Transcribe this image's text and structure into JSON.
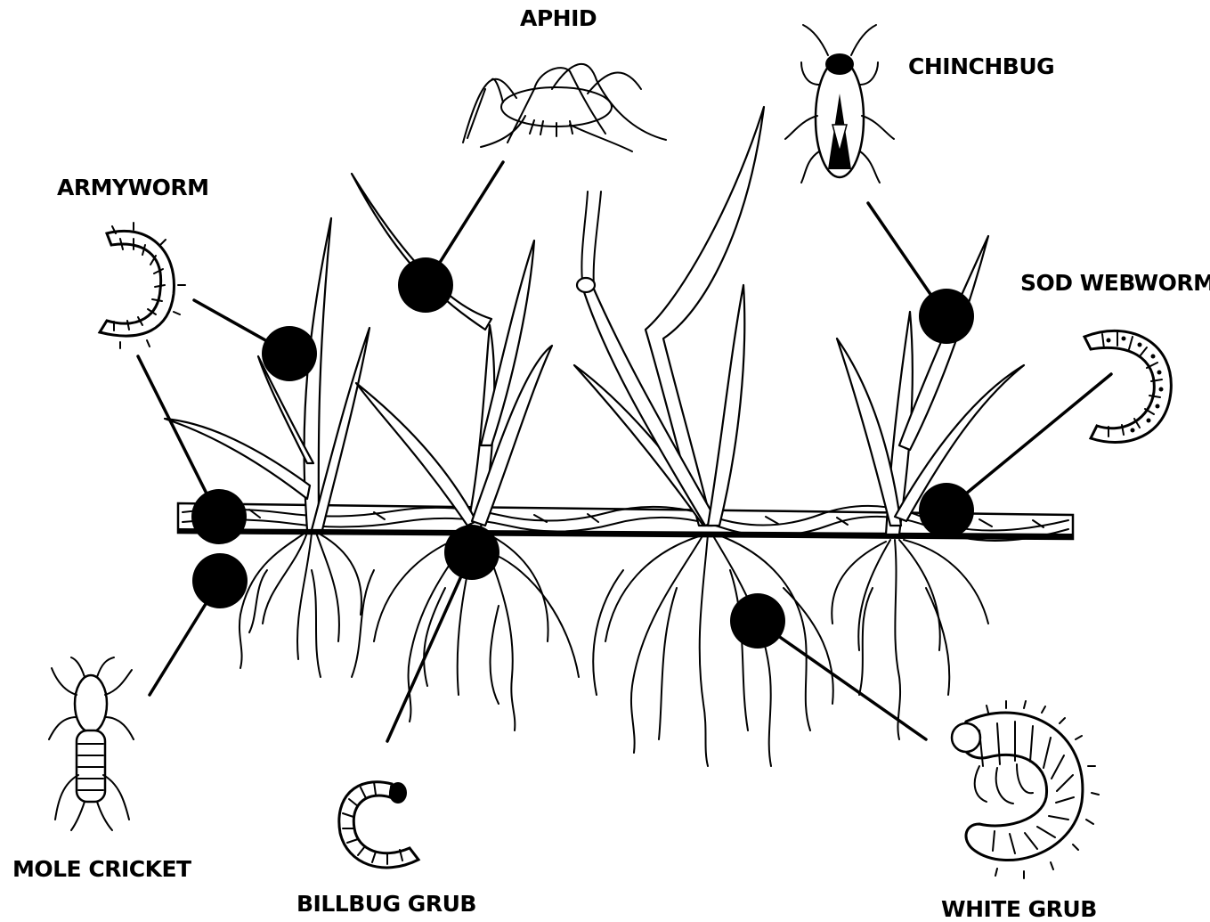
{
  "labels": {
    "aphid": "APHID",
    "chinchbug": "CHINCHBUG",
    "armyworm": "ARMYWORM",
    "sod_webworm": "SOD WEBWORM",
    "mole_cricket": "MOLE CRICKET",
    "billbug_grub": "BILLBUG GRUB",
    "white_grub": "WHITE GRUB"
  },
  "icons": {
    "aphid": "aphid-icon",
    "chinchbug": "chinchbug-icon",
    "armyworm": "armyworm-icon",
    "sod_webworm": "sod-webworm-icon",
    "mole_cricket": "mole-cricket-icon",
    "billbug_grub": "billbug-grub-icon",
    "white_grub": "white-grub-icon"
  },
  "colors": {
    "ink": "#000000",
    "background": "#ffffff"
  }
}
